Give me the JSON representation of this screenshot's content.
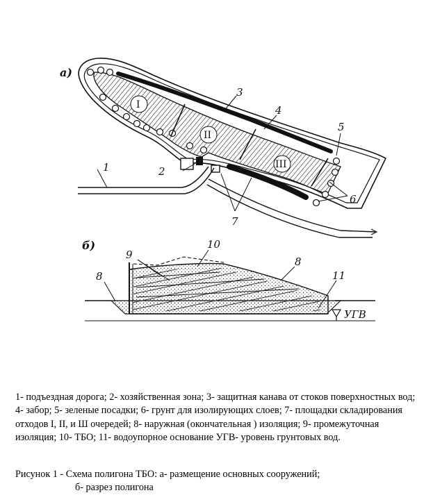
{
  "diagram": {
    "panel_a_label": "а)",
    "panel_b_label": "б)",
    "zone_labels": [
      "I",
      "II",
      "III"
    ],
    "callouts": {
      "c1": "1",
      "c2": "2",
      "c3": "3",
      "c4": "4",
      "c5": "5",
      "c6": "6",
      "c7": "7",
      "c8a": "8",
      "c8b": "8",
      "c9": "9",
      "c10": "10",
      "c11": "11"
    },
    "ugv_label": "УГВ"
  },
  "legend": {
    "text": "1- подъездная дорога; 2- хозяйственная зона; 3- защитная канава от стоков поверхностных вод; 4- забор; 5- зеленые посадки; 6- грунт для изолирующих слоев; 7- площадки складирования отходов I, II, и Ш очередей; 8- наружная (окончательная ) изоляция; 9- промежуточная изоляция; 10- ТБО; 11- водоупорное основание УГВ- уровень грунтовых вод."
  },
  "caption": {
    "line1": "Рисунок 1 - Схема полигона ТБО: а- размещение основных сооружений;",
    "line2": "б- разрез полигона"
  }
}
